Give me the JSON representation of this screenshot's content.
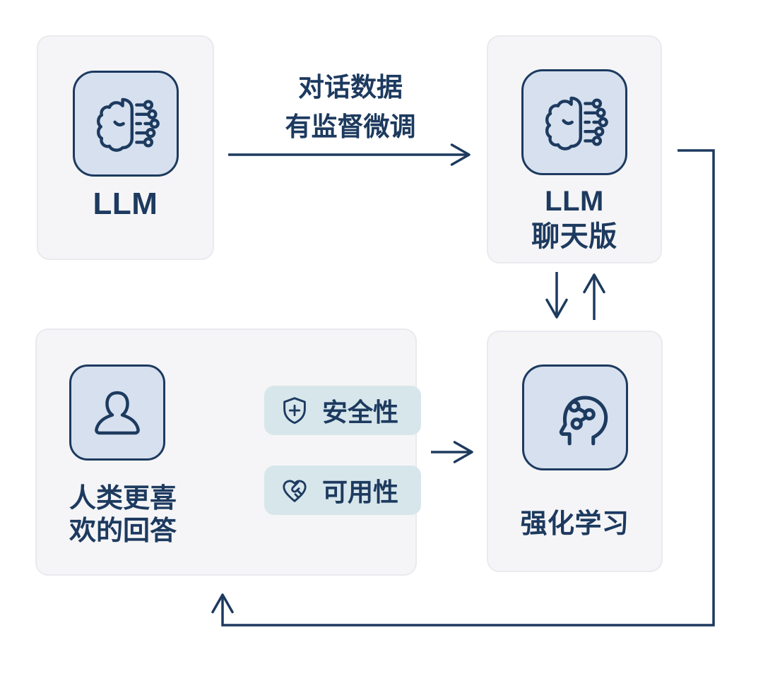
{
  "diagram": {
    "title_implicit": "",
    "nodes": {
      "llm_base": {
        "label": "LLM",
        "icon": "brain-circuit-icon"
      },
      "llm_chat": {
        "label_lines": [
          "LLM",
          "聊天版"
        ],
        "icon": "brain-circuit-icon"
      },
      "rl": {
        "label": "强化学习",
        "icon": "head-network-icon"
      },
      "human_pref": {
        "label_lines": [
          "人类更喜",
          "欢的回答"
        ],
        "icon": "person-icon",
        "badges": [
          {
            "label": "安全性",
            "icon": "shield-plus-icon"
          },
          {
            "label": "可用性",
            "icon": "heart-handshake-icon"
          }
        ]
      }
    },
    "edges": {
      "sft": {
        "label_lines": [
          "对话数据",
          "有监督微调"
        ]
      },
      "chat_to_rl": {
        "label": ""
      },
      "rl_to_chat": {
        "label": ""
      },
      "human_to_rl": {
        "label": ""
      },
      "feedback_loop": {
        "label": ""
      }
    },
    "colors": {
      "accent_navy": "#1d3a5f",
      "node_bg": "#f5f5f7",
      "node_border": "#e9eaee",
      "icon_bg": "#d6e0ee",
      "badge_bg": "#d7e6eb",
      "canvas_bg": "#ffffff"
    }
  }
}
